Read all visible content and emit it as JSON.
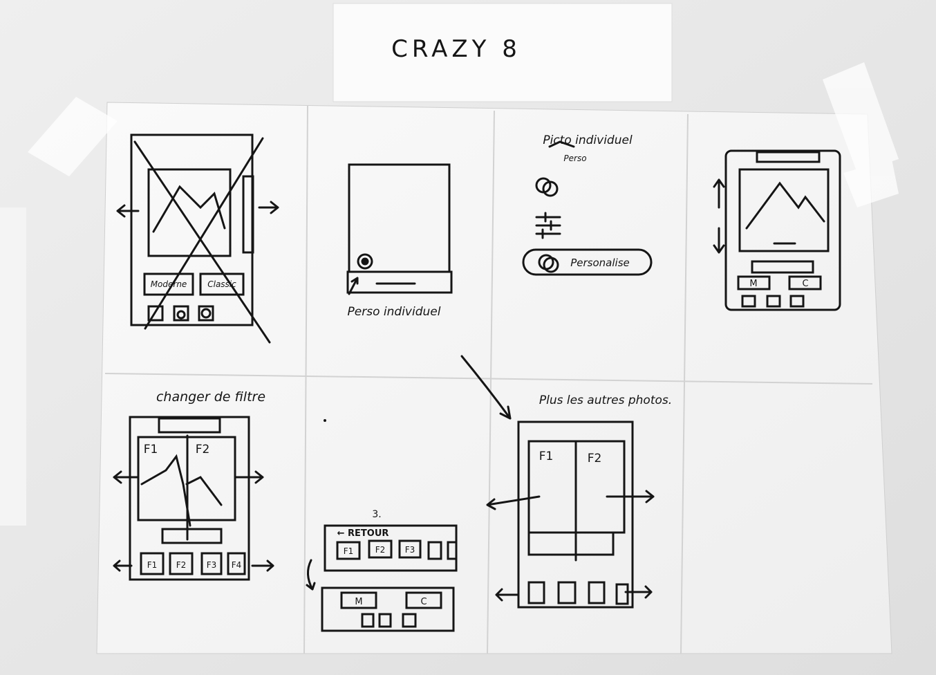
{
  "header_note": {
    "title": "CRAZY 8"
  },
  "panel1": {
    "buttons": [
      "Moderne",
      "Classic"
    ],
    "icons": [
      "text-icon",
      "bucket-icon",
      "record-icon"
    ]
  },
  "panel2": {
    "caption": "Perso individuel"
  },
  "panel3": {
    "title": "Picto individuel",
    "subtitle": "Perso",
    "button": "Personalise"
  },
  "panel4": {
    "buttons": [
      "M",
      "C"
    ],
    "icons": [
      "text-icon",
      "brush-icon",
      "record-icon"
    ]
  },
  "panel5": {
    "title": "changer de filtre",
    "labels": [
      "F1",
      "F2"
    ],
    "thumbs": [
      "F1",
      "F2",
      "F3",
      "F4"
    ]
  },
  "panel6": {
    "note": "3.",
    "back": "← RETOUR",
    "filters": [
      "F1",
      "F2",
      "F3"
    ],
    "buttons": [
      "M",
      "C"
    ]
  },
  "panel7": {
    "title": "Plus les autres photos.",
    "labels": [
      "F1",
      "F2"
    ]
  },
  "colors": {
    "wall": "#e9e9e9",
    "paper": "#f5f5f4",
    "ink": "#151515"
  }
}
